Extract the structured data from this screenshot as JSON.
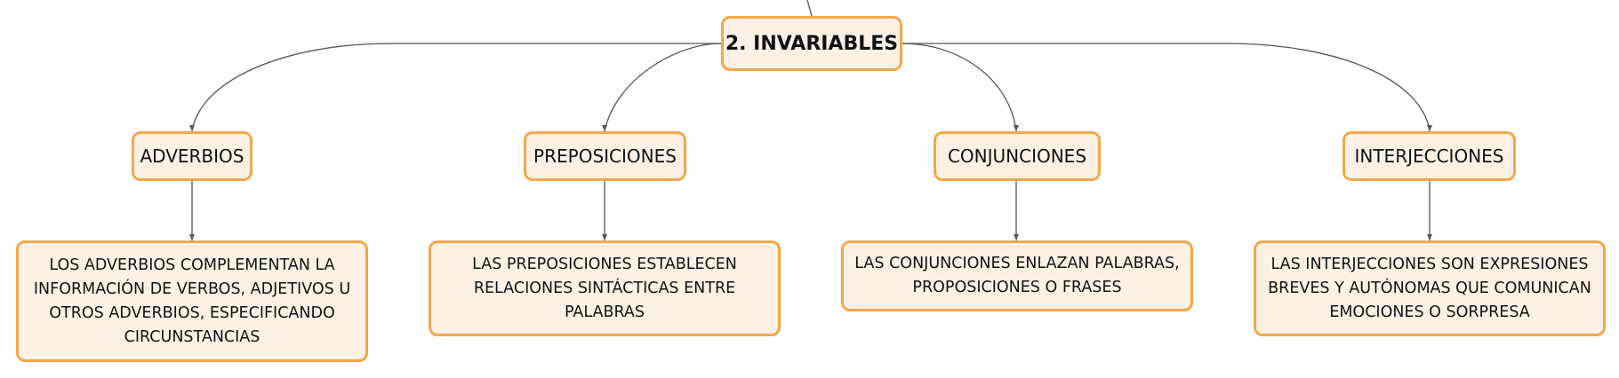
{
  "root": {
    "label": "2. INVARIABLES"
  },
  "categories": [
    {
      "label": "ADVERBIOS",
      "description": "LOS ADVERBIOS COMPLEMENTAN LA INFORMACIÓN DE VERBOS, ADJETIVOS U OTROS ADVERBIOS, ESPECIFICANDO CIRCUNSTANCIAS"
    },
    {
      "label": "PREPOSICIONES",
      "description": "LAS PREPOSICIONES ESTABLECEN RELACIONES SINTÁCTICAS ENTRE PALABRAS"
    },
    {
      "label": "CONJUNCIONES",
      "description": "LAS CONJUNCIONES ENLAZAN PALABRAS, PROPOSICIONES O FRASES"
    },
    {
      "label": "INTERJECCIONES",
      "description": "LAS INTERJECCIONES SON EXPRESIONES BREVES Y AUTÓNOMAS QUE COMUNICAN EMOCIONES O SORPRESA"
    }
  ],
  "colors": {
    "border": "#f2a84a",
    "fill": "#fdf1e6",
    "line": "#555555"
  }
}
